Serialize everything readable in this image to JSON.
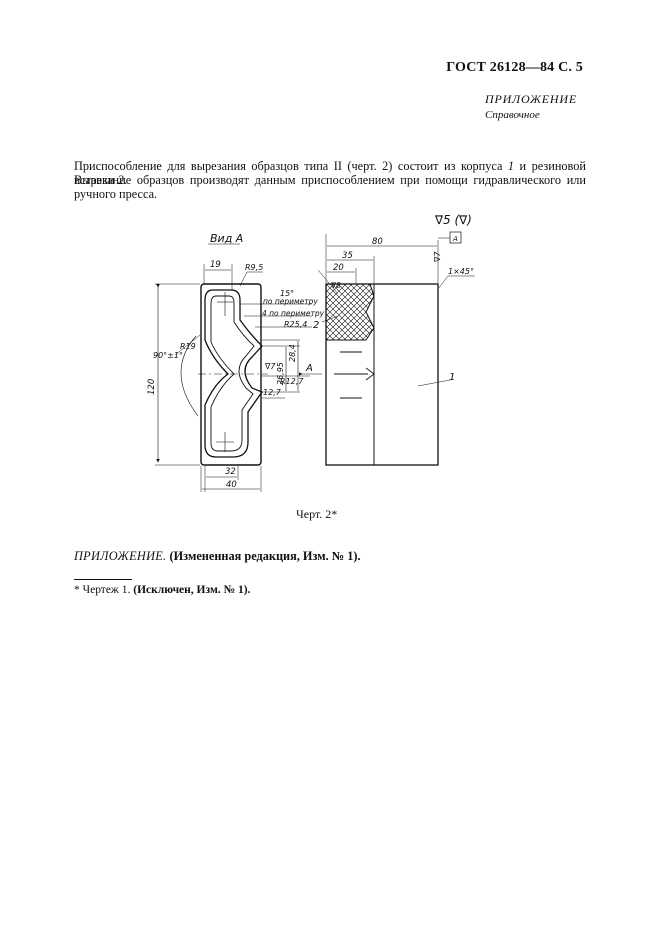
{
  "header": {
    "doc_ref": "ГОСТ 26128—84 С. 5"
  },
  "appendix": {
    "title": "ПРИЛОЖЕНИЕ",
    "subtitle": "Справочное"
  },
  "paragraph1": {
    "t1": "Приспособление для вырезания образцов типа II (черт. 2) состоит из корпуса ",
    "n1": "1",
    "t2": " и резиновой вставки ",
    "n2": "2",
    "t3": "."
  },
  "paragraph2": {
    "text": "Вырезание образцов производят данным приспособлением при помощи гидравлического или ручного пресса."
  },
  "drawing": {
    "view_label": "Вид А",
    "roughness": "∇5 (∇)",
    "dims": {
      "d80": "80",
      "d35": "35",
      "d20": "20",
      "d19": "19",
      "r95": "R9,5",
      "angle15": "15°",
      "perim1": "по периметру",
      "perim2": "4 по периметру",
      "r254": "R25,4",
      "r19": "R19",
      "angle90": "90°±1°",
      "d120": "120",
      "d2695": "26,95",
      "d284": "28,4",
      "r127": "R12,7",
      "d127": "12,7",
      "d32": "32",
      "d40": "40",
      "chamfer": "1×45°",
      "rough7": "∇7",
      "rough7b": "∇7",
      "rough8": "∇8",
      "datum": "A",
      "arrowA": "A",
      "leader1": "1",
      "leader2": "2"
    }
  },
  "caption": {
    "text": "Черт. 2*"
  },
  "note": {
    "label": "ПРИЛОЖЕНИЕ.",
    "text": " (Измененная редакция, Изм. № 1)."
  },
  "footnote": {
    "prefix": "* Чертеж 1. ",
    "text": "(Исключен, Изм. № 1)."
  }
}
